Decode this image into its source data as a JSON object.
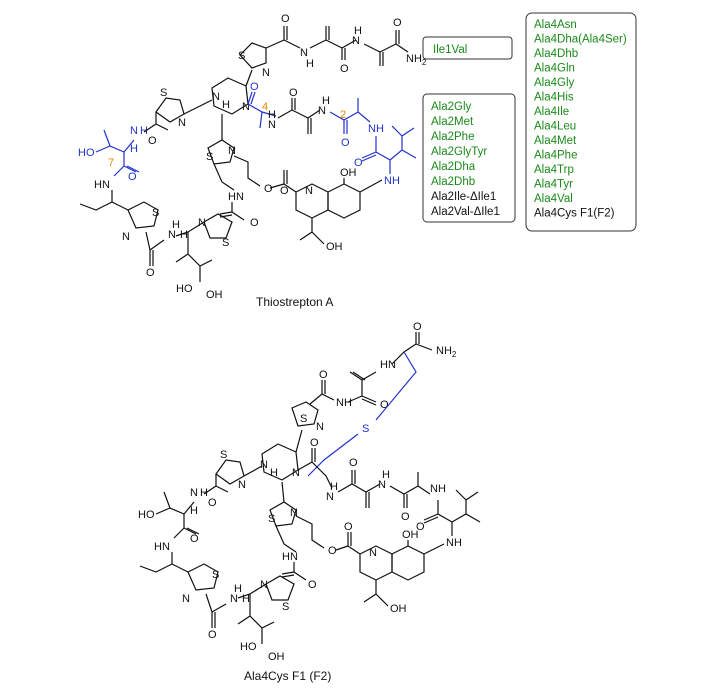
{
  "captions": {
    "top": "Thiostrepton A",
    "bottom": "Ala4Cys F1 (F2)"
  },
  "box_ile": {
    "items": [
      "Ile1Val"
    ]
  },
  "box_ala2": {
    "items": [
      "Ala2Gly",
      "Ala2Met",
      "Ala2Phe",
      "Ala2GlyTyr",
      "Ala2Dha",
      "Ala2Dhb",
      "Ala2Ile-ΔIle1",
      "Ala2Val-ΔIle1"
    ],
    "green_count": 6
  },
  "box_ala4": {
    "items": [
      "Ala4Asn",
      "Ala4Dha(Ala4Ser)",
      "Ala4Dhb",
      "Ala4Gln",
      "Ala4Gly",
      "Ala4His",
      "Ala4Ile",
      "Ala4Leu",
      "Ala4Met",
      "Ala4Phe",
      "Ala4Trp",
      "Ala4Tyr",
      "Ala4Val",
      "Ala4Cys F1(F2)"
    ],
    "green_count": 13
  },
  "positions": {
    "p2": "2",
    "p4": "4",
    "p7": "7"
  },
  "atoms": {
    "S": "S",
    "N": "N",
    "O": "O",
    "H": "H",
    "NH": "NH",
    "HN": "HN",
    "NH2": "NH",
    "sub2": "2",
    "HO": "HO",
    "OH": "OH"
  },
  "colors": {
    "green": "#1a8a1a",
    "blue": "#2233cc",
    "orange": "#e08a00",
    "black": "#111111"
  }
}
